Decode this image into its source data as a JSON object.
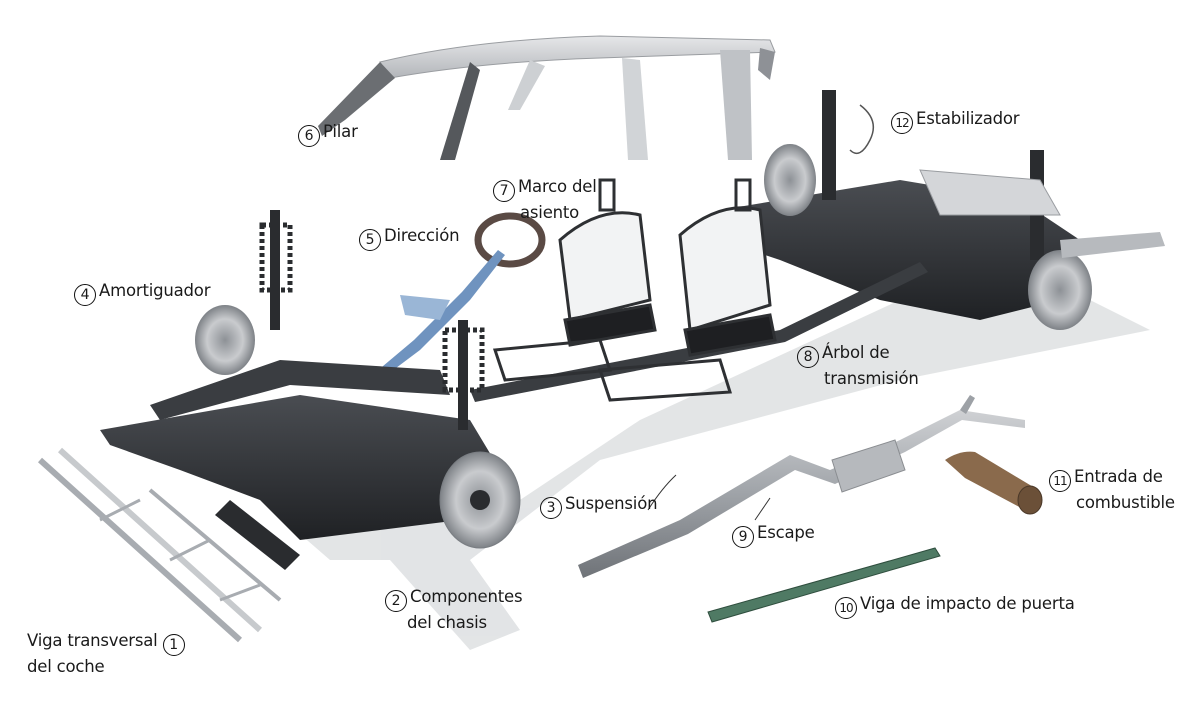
{
  "diagram": {
    "language": "es",
    "subject": "Componentes de automóvil (vista explosionada)",
    "colors": {
      "background": "#ffffff",
      "text": "#1a1a1a",
      "chassis": "#2b2d30",
      "metal": "#b9bcc0",
      "shadow": "#d6d8da",
      "beam_green": "#4f7a64",
      "fuel_inlet": "#8a6a4c",
      "steering_blue": "#5b86b8"
    }
  },
  "labels": [
    {
      "number": "1",
      "line1": "Viga transversal",
      "line2": "del coche",
      "number_position": "right"
    },
    {
      "number": "2",
      "line1": "Componentes",
      "line2": "del chasis"
    },
    {
      "number": "3",
      "line1": "Suspensión"
    },
    {
      "number": "4",
      "line1": "Amortiguador"
    },
    {
      "number": "5",
      "line1": "Dirección"
    },
    {
      "number": "6",
      "line1": "Pilar"
    },
    {
      "number": "7",
      "line1": "Marco del",
      "line2": "asiento"
    },
    {
      "number": "8",
      "line1": "Árbol de",
      "line2": "transmisión"
    },
    {
      "number": "9",
      "line1": "Escape"
    },
    {
      "number": "10",
      "line1": "Viga de impacto de puerta"
    },
    {
      "number": "11",
      "line1": "Entrada de",
      "line2": "combustible"
    },
    {
      "number": "12",
      "line1": "Estabilizador"
    }
  ]
}
